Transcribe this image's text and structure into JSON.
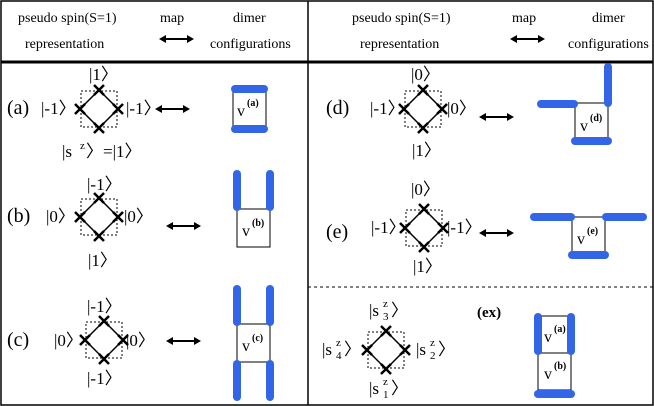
{
  "header": {
    "left_col1": [
      "pseudo spin(S=1)",
      "representation"
    ],
    "left_map": "map",
    "left_col2": [
      "dimer",
      "configurations"
    ],
    "right_col1": [
      "pseudo spin(S=1)",
      "representation"
    ],
    "right_map": "map",
    "right_col2": [
      "dimer",
      "configurations"
    ]
  },
  "panels": {
    "a": {
      "label": "(a)",
      "top": "|1〉",
      "left": "|-1〉",
      "right": "|-1〉",
      "bottom": "",
      "extra": "|s",
      "extra_sup": "z",
      "extra_tail": "〉=|1〉",
      "dimer": "v",
      "dimer_sup": "(a)"
    },
    "b": {
      "label": "(b)",
      "top": "|-1〉",
      "left": "|0〉",
      "right": "|0〉",
      "bottom": "|1〉",
      "dimer": "v",
      "dimer_sup": "(b)"
    },
    "c": {
      "label": "(c)",
      "top": "|-1〉",
      "left": "|0〉",
      "right": "|0〉",
      "bottom": "|-1〉",
      "dimer": "v",
      "dimer_sup": "(c)"
    },
    "d": {
      "label": "(d)",
      "top": "|0〉",
      "left": "|-1〉",
      "right": "|0〉",
      "bottom": "|1〉",
      "dimer": "v",
      "dimer_sup": "(d)"
    },
    "e": {
      "label": "(e)",
      "top": "|0〉",
      "left": "|-1〉",
      "right": "|-1〉",
      "bottom": "|1〉",
      "dimer": "v",
      "dimer_sup": "(e)"
    }
  },
  "ex": {
    "label": "(ex)",
    "s3": "|s",
    "s3_sup": "z",
    "s3_sub": "3",
    "s3_tail": "〉",
    "s4": "|s",
    "s4_sup": "z",
    "s4_sub": "4",
    "s4_tail": "〉",
    "s2": "|s",
    "s2_sup": "z",
    "s2_sub": "2",
    "s2_tail": "〉",
    "s1": "|s",
    "s1_sup": "z",
    "s1_sub": "1",
    "s1_tail": "〉",
    "top_dimer": "v",
    "top_sup": "(a)",
    "bottom_dimer": "v",
    "bottom_sup": "(b)"
  },
  "colors": {
    "dimer": "#3366e6",
    "lines": "#000000"
  }
}
